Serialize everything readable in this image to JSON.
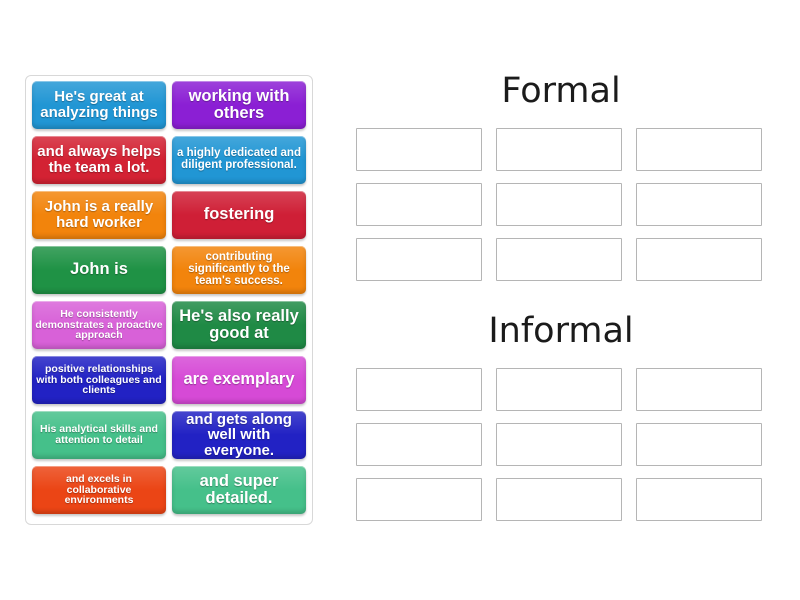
{
  "activity": {
    "type": "group-sort",
    "bank_panel_name": "word-bank"
  },
  "word_bank": {
    "tiles": [
      {
        "text": "He's great at analyzing things",
        "color": "#2196d4",
        "size": "fs-md"
      },
      {
        "text": "working with others",
        "color": "#8b1fd4",
        "size": "fs-lg"
      },
      {
        "text": "and always helps the team a lot.",
        "color": "#d32233",
        "size": "fs-md"
      },
      {
        "text": "a highly dedicated and diligent professional.",
        "color": "#2196d4",
        "size": "fs-sm"
      },
      {
        "text": "John is a really hard worker",
        "color": "#f2840c",
        "size": "fs-md"
      },
      {
        "text": "fostering",
        "color": "#cf1f36",
        "size": "fs-lg"
      },
      {
        "text": "John is",
        "color": "#1f9245",
        "size": "fs-lg"
      },
      {
        "text": "contributing significantly to the team's success.",
        "color": "#f2840c",
        "size": "fs-sm"
      },
      {
        "text": "He consistently demonstrates a proactive approach",
        "color": "#d861d8",
        "size": "fs-xs"
      },
      {
        "text": "He's also really good at",
        "color": "#1f8a45",
        "size": "fs-lg"
      },
      {
        "text": "positive relationships with both colleagues and clients",
        "color": "#2222c4",
        "size": "fs-xs"
      },
      {
        "text": "are exemplary",
        "color": "#d64ad6",
        "size": "fs-lg"
      },
      {
        "text": "His analytical skills and attention to detail",
        "color": "#45c08a",
        "size": "fs-xs"
      },
      {
        "text": "and gets along well with everyone.",
        "color": "#2222c4",
        "size": "fs-md"
      },
      {
        "text": "and excels in collaborative environments",
        "color": "#eb4515",
        "size": "fs-xs"
      },
      {
        "text": "and super detailed.",
        "color": "#45c08a",
        "size": "fs-lg"
      }
    ]
  },
  "categories": [
    {
      "title": "Formal",
      "slots": [
        "",
        "",
        "",
        "",
        "",
        "",
        "",
        "",
        ""
      ]
    },
    {
      "title": "Informal",
      "slots": [
        "",
        "",
        "",
        "",
        "",
        "",
        "",
        "",
        ""
      ]
    }
  ],
  "colors": {
    "page_background": "#ffffff",
    "panel_border": "#d8d8d8",
    "slot_border": "#b5b5b5",
    "title_text": "#1b1b1b",
    "tile_text": "#ffffff"
  }
}
